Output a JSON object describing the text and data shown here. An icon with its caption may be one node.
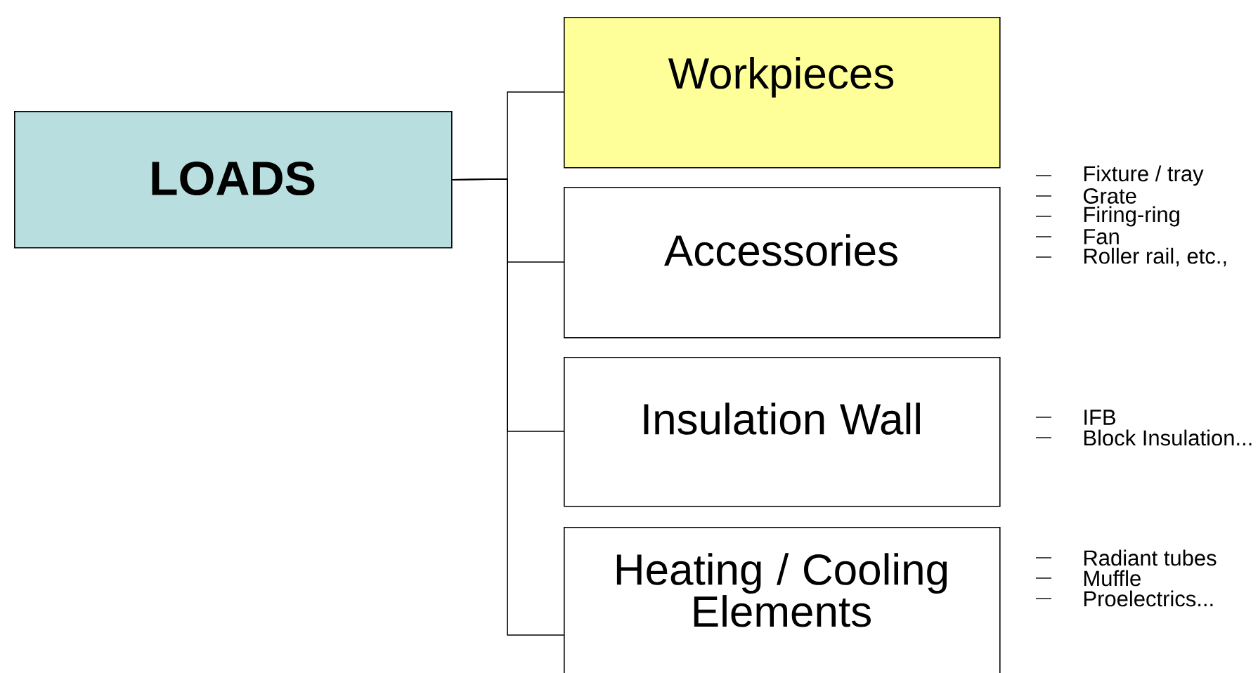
{
  "diagram": {
    "nodes": [
      {
        "text": [
          "LOADS"
        ]
      },
      {
        "text": [
          "Workpieces"
        ]
      },
      {
        "text": [
          "Accessories"
        ],
        "beside": [
          "Fixture / tray",
          "Grate",
          "Firing-ring",
          "Fan",
          "Roller rail, etc.,"
        ]
      },
      {
        "text": [
          "Insulation Wall"
        ],
        "beside": [
          "IFB",
          "Block Insulation..."
        ]
      },
      {
        "text": [
          "Heating / Cooling Elements"
        ],
        "beside": [
          "Radiant tubes",
          "Muffle",
          "Proelectrics..."
        ]
      }
    ],
    "edges": [
      {
        "from": 0,
        "to": 1,
        "arrow": "none"
      },
      {
        "from": 0,
        "to": 2,
        "arrow": "none"
      },
      {
        "from": 0,
        "to": 3,
        "arrow": "none"
      },
      {
        "from": 0,
        "to": 4,
        "arrow": "none"
      }
    ]
  }
}
